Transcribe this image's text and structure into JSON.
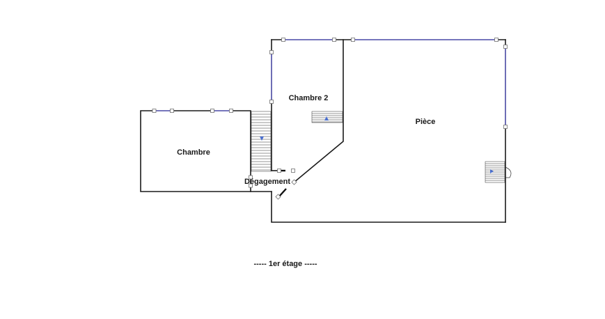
{
  "floor_plan": {
    "rooms": [
      {
        "label": "Chambre"
      },
      {
        "label": "Chambre 2"
      },
      {
        "label": "Pièce"
      },
      {
        "label": "Dégagement"
      }
    ],
    "footer": "-----  1er étage  -----"
  }
}
